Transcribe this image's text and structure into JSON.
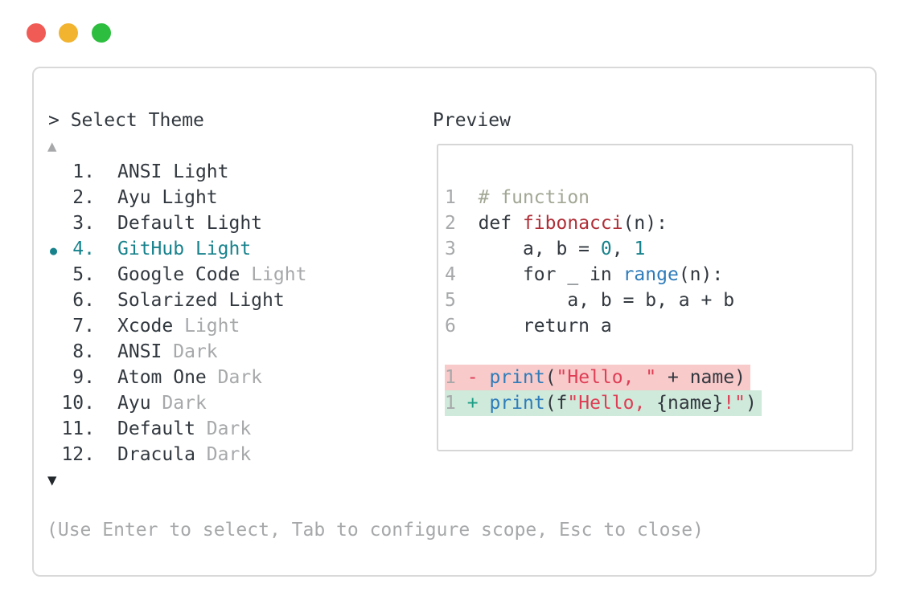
{
  "colors": {
    "text": "#32383f",
    "muted": "#a6a8aa",
    "comment": "#a2a795",
    "teal": "#17828c",
    "blue": "#2e7cba",
    "func-red": "#b02f38",
    "str-red": "#df3d55",
    "plus-green": "#1d9e85",
    "bg-removed": "#f8caca",
    "bg-added": "#cfe9da",
    "panel-border": "#d9d9d9",
    "box-border": "#d6d6d6"
  },
  "window": {
    "traffic_lights": [
      "#f15b55",
      "#f2b32f",
      "#2dbe3f"
    ]
  },
  "prompt": {
    "label": "> Select Theme"
  },
  "scroll": {
    "up": "▲",
    "down": "▼",
    "bullet": "●"
  },
  "themes": [
    {
      "num": "1.",
      "name": "ANSI",
      "variant": "Light",
      "variant_muted": false,
      "selected": false
    },
    {
      "num": "2.",
      "name": "Ayu",
      "variant": "Light",
      "variant_muted": false,
      "selected": false
    },
    {
      "num": "3.",
      "name": "Default",
      "variant": "Light",
      "variant_muted": false,
      "selected": false
    },
    {
      "num": "4.",
      "name": "GitHub",
      "variant": "Light",
      "variant_muted": false,
      "selected": true
    },
    {
      "num": "5.",
      "name": "Google Code",
      "variant": "Light",
      "variant_muted": true,
      "selected": false
    },
    {
      "num": "6.",
      "name": "Solarized",
      "variant": "Light",
      "variant_muted": false,
      "selected": false
    },
    {
      "num": "7.",
      "name": "Xcode",
      "variant": "Light",
      "variant_muted": true,
      "selected": false
    },
    {
      "num": "8.",
      "name": "ANSI",
      "variant": "Dark",
      "variant_muted": true,
      "selected": false
    },
    {
      "num": "9.",
      "name": "Atom One",
      "variant": "Dark",
      "variant_muted": true,
      "selected": false
    },
    {
      "num": "10.",
      "name": "Ayu",
      "variant": "Dark",
      "variant_muted": true,
      "selected": false
    },
    {
      "num": "11.",
      "name": "Default",
      "variant": "Dark",
      "variant_muted": true,
      "selected": false
    },
    {
      "num": "12.",
      "name": "Dracula",
      "variant": "Dark",
      "variant_muted": true,
      "selected": false
    }
  ],
  "preview": {
    "title": "Preview",
    "lines": [
      {
        "kind": "code",
        "num": "1",
        "tokens": [
          {
            "t": "# function",
            "c": "comment"
          }
        ]
      },
      {
        "kind": "code",
        "num": "2",
        "tokens": [
          {
            "t": "def ",
            "c": "text"
          },
          {
            "t": "fibonacci",
            "c": "func"
          },
          {
            "t": "(n):",
            "c": "text"
          }
        ]
      },
      {
        "kind": "code",
        "num": "3",
        "tokens": [
          {
            "t": "    a, b = ",
            "c": "text"
          },
          {
            "t": "0",
            "c": "num"
          },
          {
            "t": ", ",
            "c": "text"
          },
          {
            "t": "1",
            "c": "num"
          }
        ]
      },
      {
        "kind": "code",
        "num": "4",
        "tokens": [
          {
            "t": "    for _ in ",
            "c": "text"
          },
          {
            "t": "range",
            "c": "call"
          },
          {
            "t": "(n):",
            "c": "text"
          }
        ]
      },
      {
        "kind": "code",
        "num": "5",
        "tokens": [
          {
            "t": "        a, b = b, a + b",
            "c": "text"
          }
        ]
      },
      {
        "kind": "code",
        "num": "6",
        "tokens": [
          {
            "t": "    return a",
            "c": "text"
          }
        ]
      },
      {
        "kind": "blank"
      },
      {
        "kind": "diff",
        "bg": "removed",
        "num": "1",
        "sign": "-",
        "tokens": [
          {
            "t": "print",
            "c": "call"
          },
          {
            "t": "(",
            "c": "text"
          },
          {
            "t": "\"Hello, \"",
            "c": "str"
          },
          {
            "t": " + name)",
            "c": "text"
          }
        ]
      },
      {
        "kind": "diff",
        "bg": "added",
        "num": "1",
        "sign": "+",
        "tokens": [
          {
            "t": "print",
            "c": "call"
          },
          {
            "t": "(f",
            "c": "text"
          },
          {
            "t": "\"Hello, ",
            "c": "str"
          },
          {
            "t": "{name}",
            "c": "text"
          },
          {
            "t": "!\"",
            "c": "str"
          },
          {
            "t": ")",
            "c": "text"
          }
        ]
      }
    ]
  },
  "footer": {
    "hint": "(Use Enter to select, Tab to configure scope, Esc to close)"
  }
}
